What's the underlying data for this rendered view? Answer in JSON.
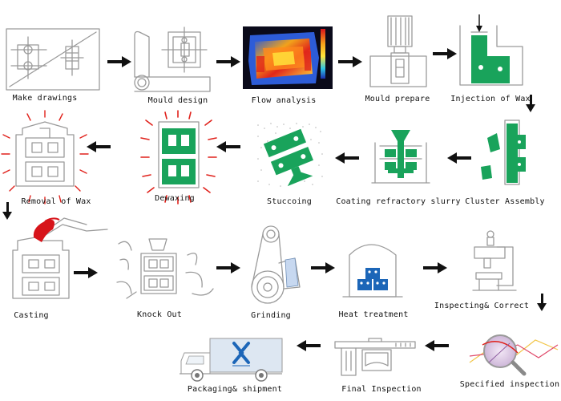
{
  "colors": {
    "stroke": "#9a9a9a",
    "stroke_dark": "#6f6f6f",
    "wax_green": "#19a35b",
    "arrow": "#111111",
    "heat_red": "#e0211b",
    "metal_red": "#d7141a",
    "truck_blue": "#1c66b8",
    "truck_bg": "#dde7f2"
  },
  "steps": [
    {
      "id": "make-drawings",
      "label": "Make drawings",
      "icon": "drawing-icon"
    },
    {
      "id": "mould-design",
      "label": "Mould design",
      "icon": "mould-design-icon"
    },
    {
      "id": "flow-analysis",
      "label": "Flow analysis",
      "icon": "flow-analysis-heatmap-icon"
    },
    {
      "id": "mould-prepare",
      "label": "Mould prepare",
      "icon": "mould-press-icon"
    },
    {
      "id": "injection-of-wax",
      "label": "Injection of Wax",
      "icon": "wax-injection-icon"
    },
    {
      "id": "cluster-assembly",
      "label": "Cluster Assembly",
      "icon": "cluster-parts-icon"
    },
    {
      "id": "coating-refractory-slurry",
      "label": "Coating refractory slurry",
      "icon": "coating-tree-icon"
    },
    {
      "id": "stuccoing",
      "label": "Stuccoing",
      "icon": "stucco-sand-icon"
    },
    {
      "id": "dewaxing",
      "label": "Dewaxing",
      "icon": "dewax-heat-icon"
    },
    {
      "id": "removal-of-wax",
      "label": "Removal of Wax",
      "icon": "empty-shell-icon"
    },
    {
      "id": "casting",
      "label": "Casting",
      "icon": "ladle-pour-icon"
    },
    {
      "id": "knock-out",
      "label": "Knock Out",
      "icon": "broken-shell-icon"
    },
    {
      "id": "grinding",
      "label": "Grinding",
      "icon": "belt-grinder-icon"
    },
    {
      "id": "heat-treatment",
      "label": "Heat treatment",
      "icon": "furnace-icon"
    },
    {
      "id": "inspecting-correct",
      "label": "Inspecting& Correct",
      "icon": "press-icon"
    },
    {
      "id": "specified-inspection",
      "label": "Specified inspection",
      "icon": "magnifier-graph-icon"
    },
    {
      "id": "final-inspection",
      "label": "Final Inspection",
      "icon": "caliper-icon"
    },
    {
      "id": "packaging-shipment",
      "label": "Packaging& shipment",
      "icon": "truck-icon"
    }
  ],
  "flow_colorbar_ticks": [
    "",
    "",
    "",
    "",
    "",
    "",
    "",
    "",
    ""
  ]
}
